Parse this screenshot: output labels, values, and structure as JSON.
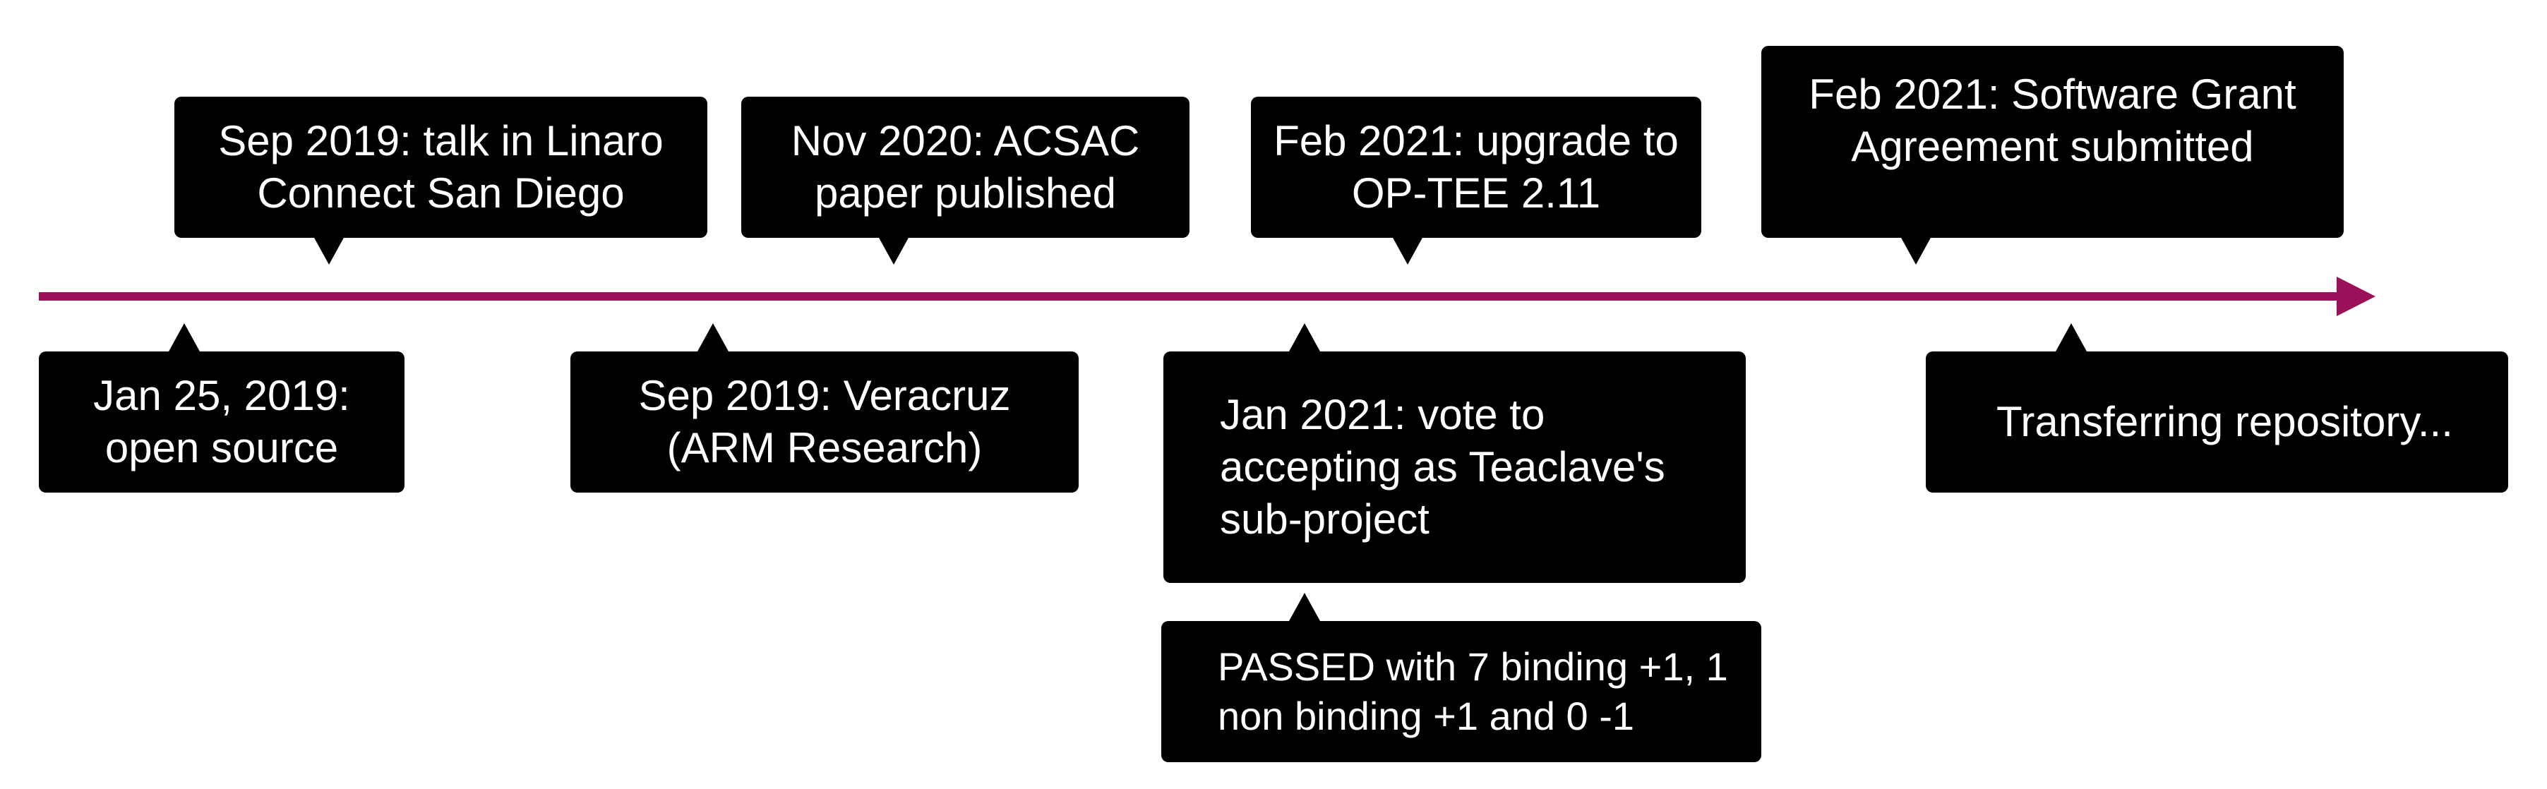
{
  "colors": {
    "timeline_line": "#9b1159",
    "box_background": "#000000",
    "box_text": "#ffffff",
    "page_background": "#ffffff"
  },
  "events_above": [
    {
      "text": "Sep 2019: talk in Linaro\nConnect San Diego"
    },
    {
      "text": "Nov 2020: ACSAC\npaper published"
    },
    {
      "text": "Feb 2021: upgrade to\nOP-TEE 2.11"
    },
    {
      "text": "Feb 2021: Software Grant\nAgreement submitted"
    }
  ],
  "events_below": [
    {
      "text": "Jan 25, 2019:\nopen source"
    },
    {
      "text": "Sep 2019: Veracruz\n(ARM Research)"
    },
    {
      "text": "Jan 2021: vote to\naccepting as Teaclave's\nsub-project"
    },
    {
      "text": "Transferring repository..."
    }
  ],
  "vote_result": {
    "text": "PASSED with 7 binding +1, 1\nnon binding +1 and 0 -1"
  }
}
